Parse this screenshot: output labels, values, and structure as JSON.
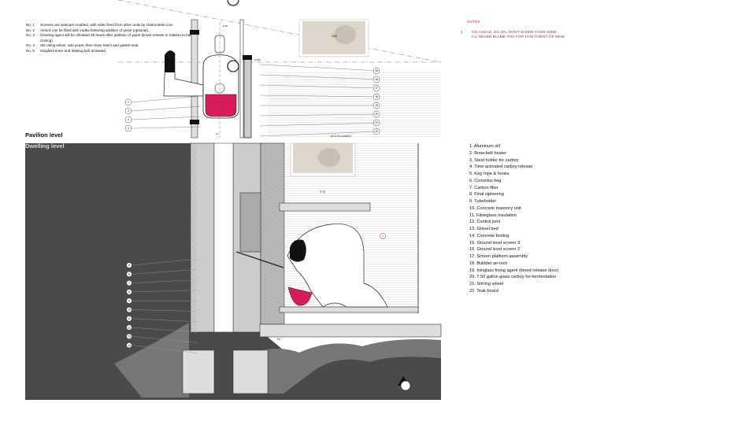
{
  "notes": [
    {
      "no": "No. 1",
      "text": "Screens are webcam enabled, with video feed from other units by chatroulette.com"
    },
    {
      "no": "No. 2",
      "text": "Airlock can be filled with vodka following addition of yeast (optional)."
    },
    {
      "no": "No. 3",
      "text": "Clearing agent will be released 48 hours after addition of yeast (timed release in relation to hatch closing)"
    },
    {
      "no": "No. 4",
      "text": "Stir using wheel, add yeast, then close hatch and gasket seal."
    },
    {
      "no": "No. 5",
      "text": "Isinglass timer and heating belt activated."
    }
  ],
  "levels": {
    "pavilion": "Pavilion level",
    "dwelling": "Dwelling level"
  },
  "red_notes": {
    "heading": "NOTES",
    "number": "1",
    "lines": [
      "GO AHEAD, GO ON, DON'T SHARE YOUR WINE",
      "I'LL NEVER BLAME YOU FOR THIS THIRST OF MINE"
    ]
  },
  "legend": [
    "1. Aluminum sill",
    "2. Brew-belt heater",
    "3. Steel holder for carboy",
    "4. Time activated carboy release",
    "5. Keg rope & hooks",
    "6. Cornelius keg",
    "7. Carbon filter",
    "8. Final siphoning",
    "9. Tubeholder",
    "10. Concrete masonry unit",
    "11. Fibreglass insulation",
    "12. Control joint",
    "13. Gravel bed",
    "14. Concrete footing",
    "15. Ground level screen 3",
    "16. Ground level screen 2",
    "17. Screen platform assembly",
    "18. Bubbler air-lock",
    "19. Isinglass fining agent (timed release door)",
    "20. 7.50 gallon glass carboy for fermentation",
    "21. Stirring wheel",
    "22. Teak board"
  ],
  "callouts_top_left": [
    "1",
    "2",
    "3",
    "4"
  ],
  "callouts_top_right": [
    "15",
    "16",
    "17",
    "18",
    "19",
    "20",
    "21",
    "22"
  ],
  "callouts_bottom": [
    "5",
    "6",
    "7",
    "8",
    "9",
    "10",
    "11",
    "12",
    "13",
    "14"
  ],
  "dims": {
    "top_screen": "24.5",
    "bottom_screen": "27.5",
    "shaft": "6.5",
    "floor": "14",
    "elev1": "5.25",
    "elev2": "5.125",
    "carboy_label": "Ø 10.75 (CARBOY)"
  },
  "colors": {
    "wine": "#d81b5a",
    "soil": "#4a4a4a",
    "red_note": "#d0203a"
  }
}
